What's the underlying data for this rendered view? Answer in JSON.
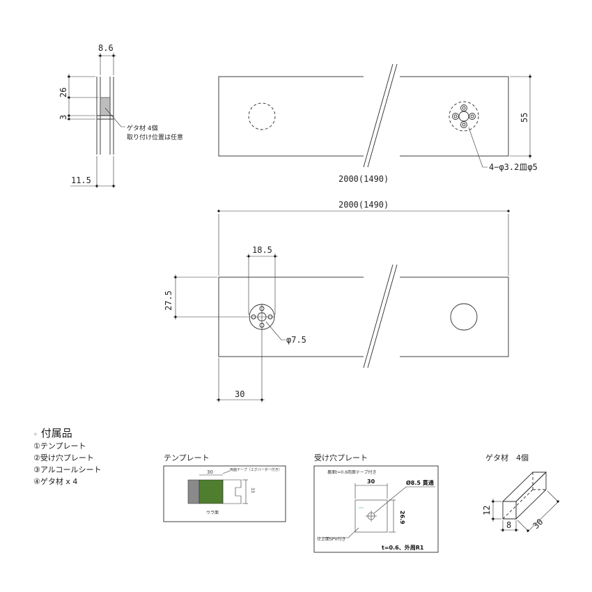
{
  "side_view": {
    "dim_width": "8.6",
    "dim_26": "26",
    "dim_3": "3",
    "dim_11_5": "11.5",
    "note_line1": "ゲタ材 4個",
    "note_line2": "取り付け位置は任意"
  },
  "top_view": {
    "dim_55": "55",
    "dim_length": "2000(1490)",
    "hole_note": "4−φ3.2皿φ5"
  },
  "bottom_view": {
    "dim_length": "2000(1490)",
    "dim_18_5": "18.5",
    "dim_27_5": "27.5",
    "dim_30": "30",
    "hole_note": "φ7.5"
  },
  "accessories": {
    "title": "付属品",
    "items": [
      "①テンプレート",
      "②受け穴プレート",
      "③アルコールシート",
      "④ゲタ材 x 4"
    ]
  },
  "template_fig": {
    "caption": "テンプレート",
    "dim_30": "30",
    "dim_33": "33",
    "tape_note": "両面テープ（エグバーダー付き）",
    "label_bottom": "ウラ面"
  },
  "plate_fig": {
    "caption": "受け穴プレート",
    "header_note": "裏面t=0.6両面テープ付き",
    "dim_30": "30",
    "hole_note": "Ø8.5 貫通",
    "dim_26_9": "26.9",
    "side_note": "仕上面SPV付き",
    "spec": "t=0.6、外周R1"
  },
  "geta_fig": {
    "caption": "ゲタ材　4個",
    "dim_12": "12",
    "dim_8": "8",
    "dim_30": "30"
  },
  "colors": {
    "template_green": "#4f7f2e",
    "template_gray": "#8a8a8a",
    "fill_gray": "#bdbdbd"
  }
}
